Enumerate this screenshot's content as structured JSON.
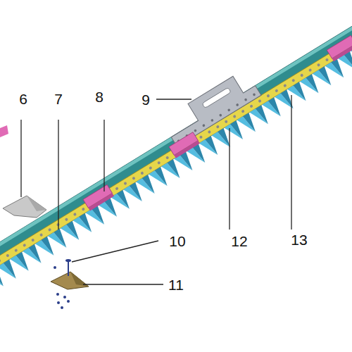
{
  "diagram": {
    "labels": [
      "6",
      "7",
      "8",
      "9",
      "10",
      "11",
      "12",
      "13"
    ]
  }
}
